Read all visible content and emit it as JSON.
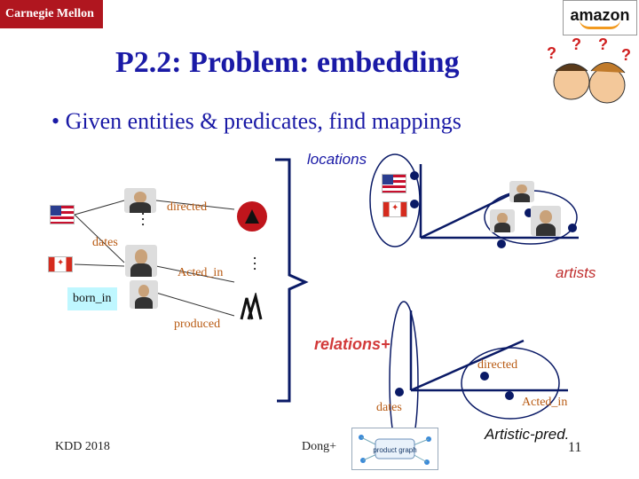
{
  "header": {
    "cmu_logo_text": "Carnegie Mellon",
    "amazon_logo_text": "amazon",
    "title": "P2.2: Problem: embedding"
  },
  "bullet": "• Given entities & predicates, find mappings",
  "labels": {
    "locations": "locations",
    "artists": "artists",
    "relations_plus": "relations+",
    "artistic_pred": "Artistic-pred.",
    "directed_left": "directed",
    "acted_in_left": "Acted_in",
    "dates_left": "dates",
    "born_in": "born_in",
    "produced": "produced",
    "directed_right": "directed",
    "acted_in_right": "Acted_in",
    "dates_right": "dates",
    "ellipsis_a": "…",
    "ellipsis_b": "…"
  },
  "footer": {
    "venue": "KDD 2018",
    "author": "Dong+",
    "page": "11",
    "product_graph_text": "product graph"
  },
  "colors": {
    "title": "#1a1aa6",
    "orange_label": "#b85a12",
    "cyan_box": "#bff7ff",
    "cmu_red": "#b0161f",
    "node_navy": "#0a1a66"
  },
  "icons": [
    "flag-us-icon",
    "flag-ca-icon",
    "person-photo-icon",
    "directors-logo-icon",
    "confused-people-icon",
    "product-graph-logo-icon"
  ]
}
